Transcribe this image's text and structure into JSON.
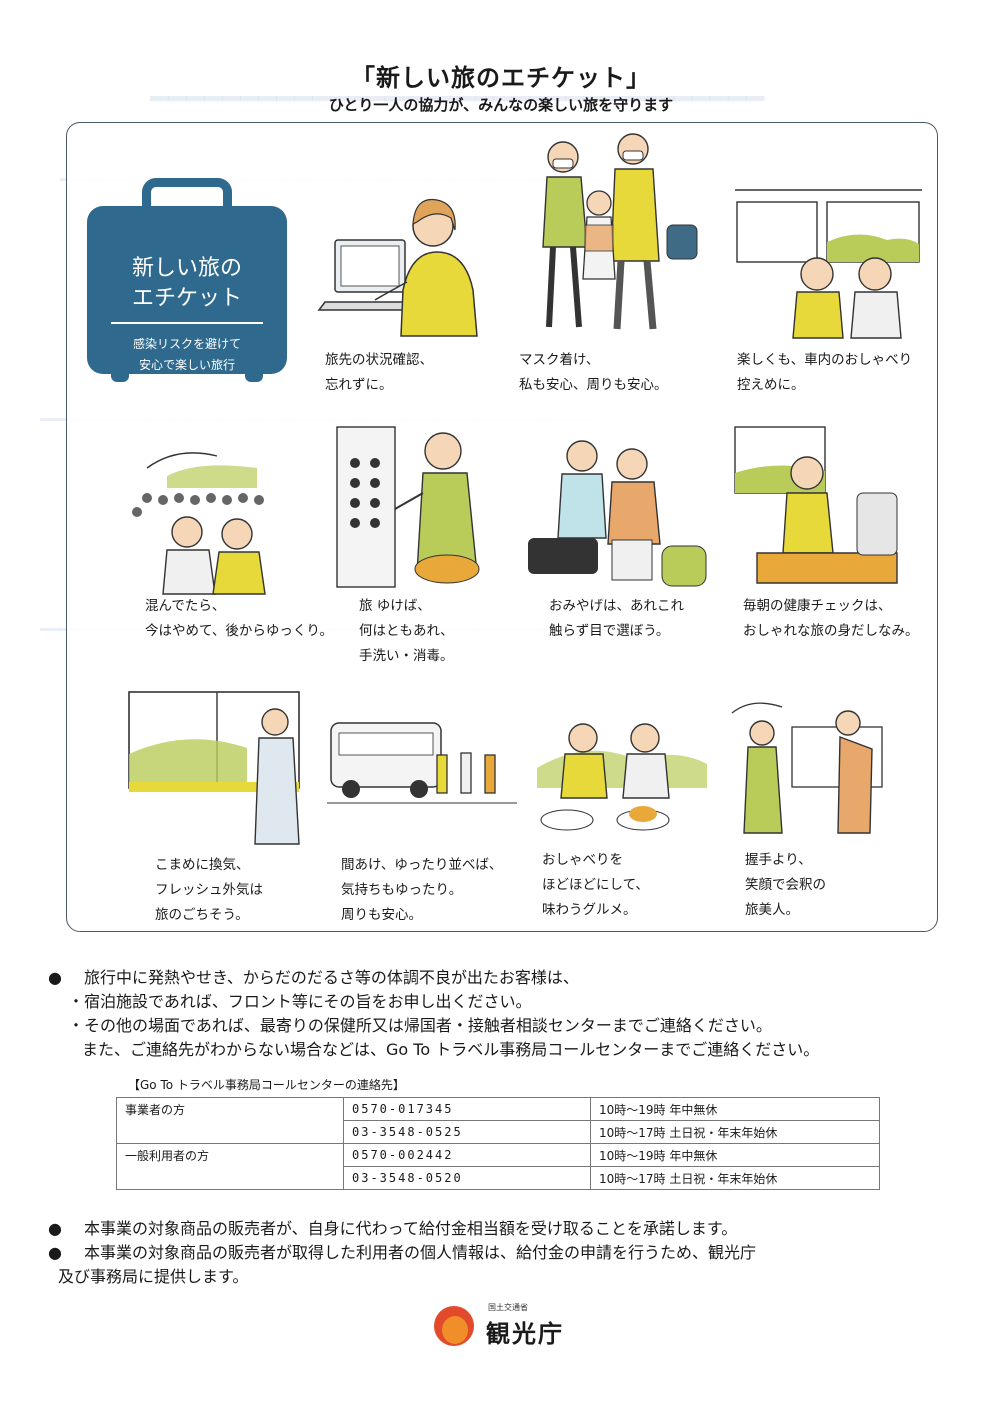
{
  "header": {
    "title": "「新しい旅のエチケット」",
    "subtitle": "ひとり一人の協力が、みんなの楽しい旅を守ります"
  },
  "badge": {
    "title_line1": "新しい旅の",
    "title_line2": "エチケット",
    "tagline_line1": "感染リスクを避けて",
    "tagline_line2": "安心で楽しい旅行"
  },
  "etiquette": [
    {
      "lines": [
        "旅先の状況確認、",
        "忘れずに。"
      ]
    },
    {
      "lines": [
        "マスク着け、",
        "私も安心、周りも安心。"
      ]
    },
    {
      "lines": [
        "楽しくも、車内のおしゃべり",
        "控えめに。"
      ]
    },
    {
      "lines": [
        "混んでたら、",
        "今はやめて、後からゆっくり。"
      ]
    },
    {
      "lines": [
        "旅 ゆけば、",
        "何はともあれ、",
        "手洗い・消毒。"
      ]
    },
    {
      "lines": [
        "おみやげは、あれこれ",
        "触らず目で選ぼう。"
      ]
    },
    {
      "lines": [
        "毎朝の健康チェックは、",
        "おしゃれな旅の身だしなみ。"
      ]
    },
    {
      "lines": [
        "こまめに換気、",
        "フレッシュ外気は",
        "旅のごちそう。"
      ]
    },
    {
      "lines": [
        "間あけ、ゆったり並べば、",
        "気持ちもゆったり。",
        "周りも安心。"
      ]
    },
    {
      "lines": [
        "おしゃべりを",
        "ほどほどにして、",
        "味わうグルメ。"
      ]
    },
    {
      "lines": [
        "握手より、",
        "笑顔で会釈の",
        "旅美人。"
      ]
    }
  ],
  "notes": {
    "bullet": "●",
    "line1": "旅行中に発熱やせき、からだのだるさ等の体調不良が出たお客様は、",
    "line2": "・宿泊施設であれば、フロント等にその旨をお申し出ください。",
    "line3": "・その他の場面であれば、最寄りの保健所又は帰国者・接触者相談センターまでご連絡ください。",
    "line4": "また、ご連絡先がわからない場合などは、Go To トラベル事務局コールセンターまでご連絡ください。"
  },
  "contact_table": {
    "caption": "【Go To トラベル事務局コールセンターの連絡先】",
    "rows": [
      {
        "who": "事業者の方",
        "tel": "0570-017345",
        "hours": "10時～19時 年中無休"
      },
      {
        "who": "",
        "tel": "03-3548-0525",
        "hours": "10時～17時 土日祝・年末年始休"
      },
      {
        "who": "一般利用者の方",
        "tel": "0570-002442",
        "hours": "10時～19時 年中無休"
      },
      {
        "who": "",
        "tel": "03-3548-0520",
        "hours": "10時～17時 土日祝・年末年始休"
      }
    ]
  },
  "bottom_notes": {
    "bullet": "●",
    "line1": "本事業の対象商品の販売者が、自身に代わって給付金相当額を受け取ることを承諾します。",
    "line2": "本事業の対象商品の販売者が取得した利用者の個人情報は、給付金の申請を行うため、観光庁",
    "line3": "及び事務局に提供します。"
  },
  "logo": {
    "ministry": "国土交通省",
    "agency": "観光庁"
  }
}
